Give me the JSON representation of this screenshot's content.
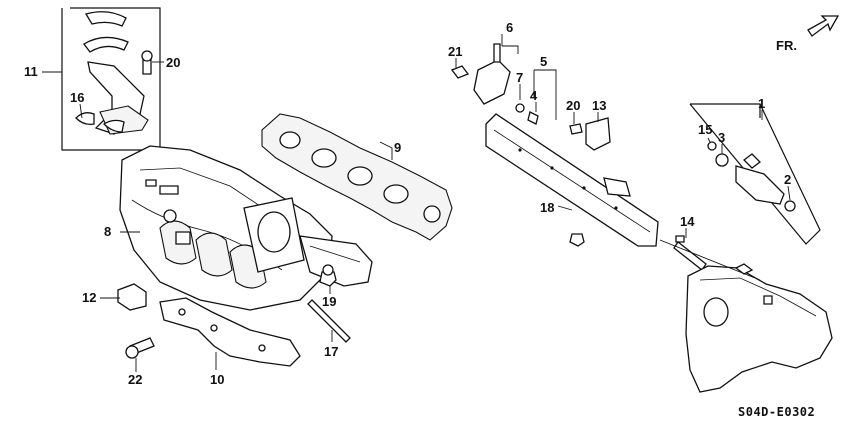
{
  "labels": {
    "p1": "1",
    "p2": "2",
    "p3": "3",
    "p4": "4",
    "p5": "5",
    "p6": "6",
    "p7": "7",
    "p8": "8",
    "p9": "9",
    "p10": "10",
    "p11": "11",
    "p12": "12",
    "p13": "13",
    "p14": "14",
    "p15": "15",
    "p16": "16",
    "p17": "17",
    "p18": "18",
    "p19": "19",
    "p20a": "20",
    "p20b": "20",
    "p21": "21",
    "p22": "22"
  },
  "direction": "FR.",
  "diagram_code": "S04D-E0302"
}
